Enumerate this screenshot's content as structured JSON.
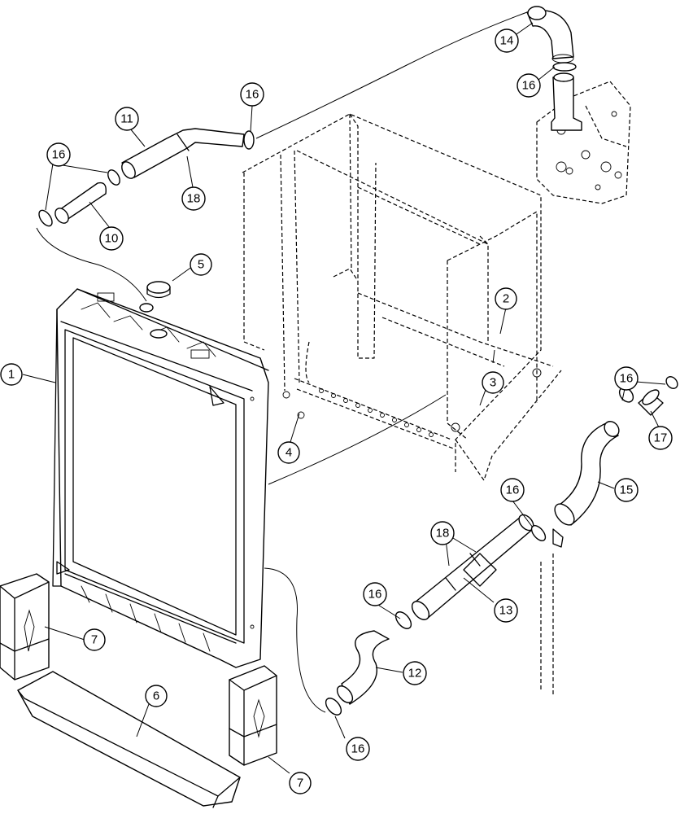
{
  "callouts": {
    "c1": "1",
    "c2": "2",
    "c3": "3",
    "c4": "4",
    "c5": "5",
    "c6": "6",
    "c7a": "7",
    "c7b": "7",
    "c10": "10",
    "c11": "11",
    "c12": "12",
    "c13": "13",
    "c14": "14",
    "c15": "15",
    "c16a": "16",
    "c16b": "16",
    "c16c": "16",
    "c16d": "16",
    "c16e": "16",
    "c16f": "16",
    "c16g": "16",
    "c17": "17",
    "c18a": "18",
    "c18b": "18"
  }
}
